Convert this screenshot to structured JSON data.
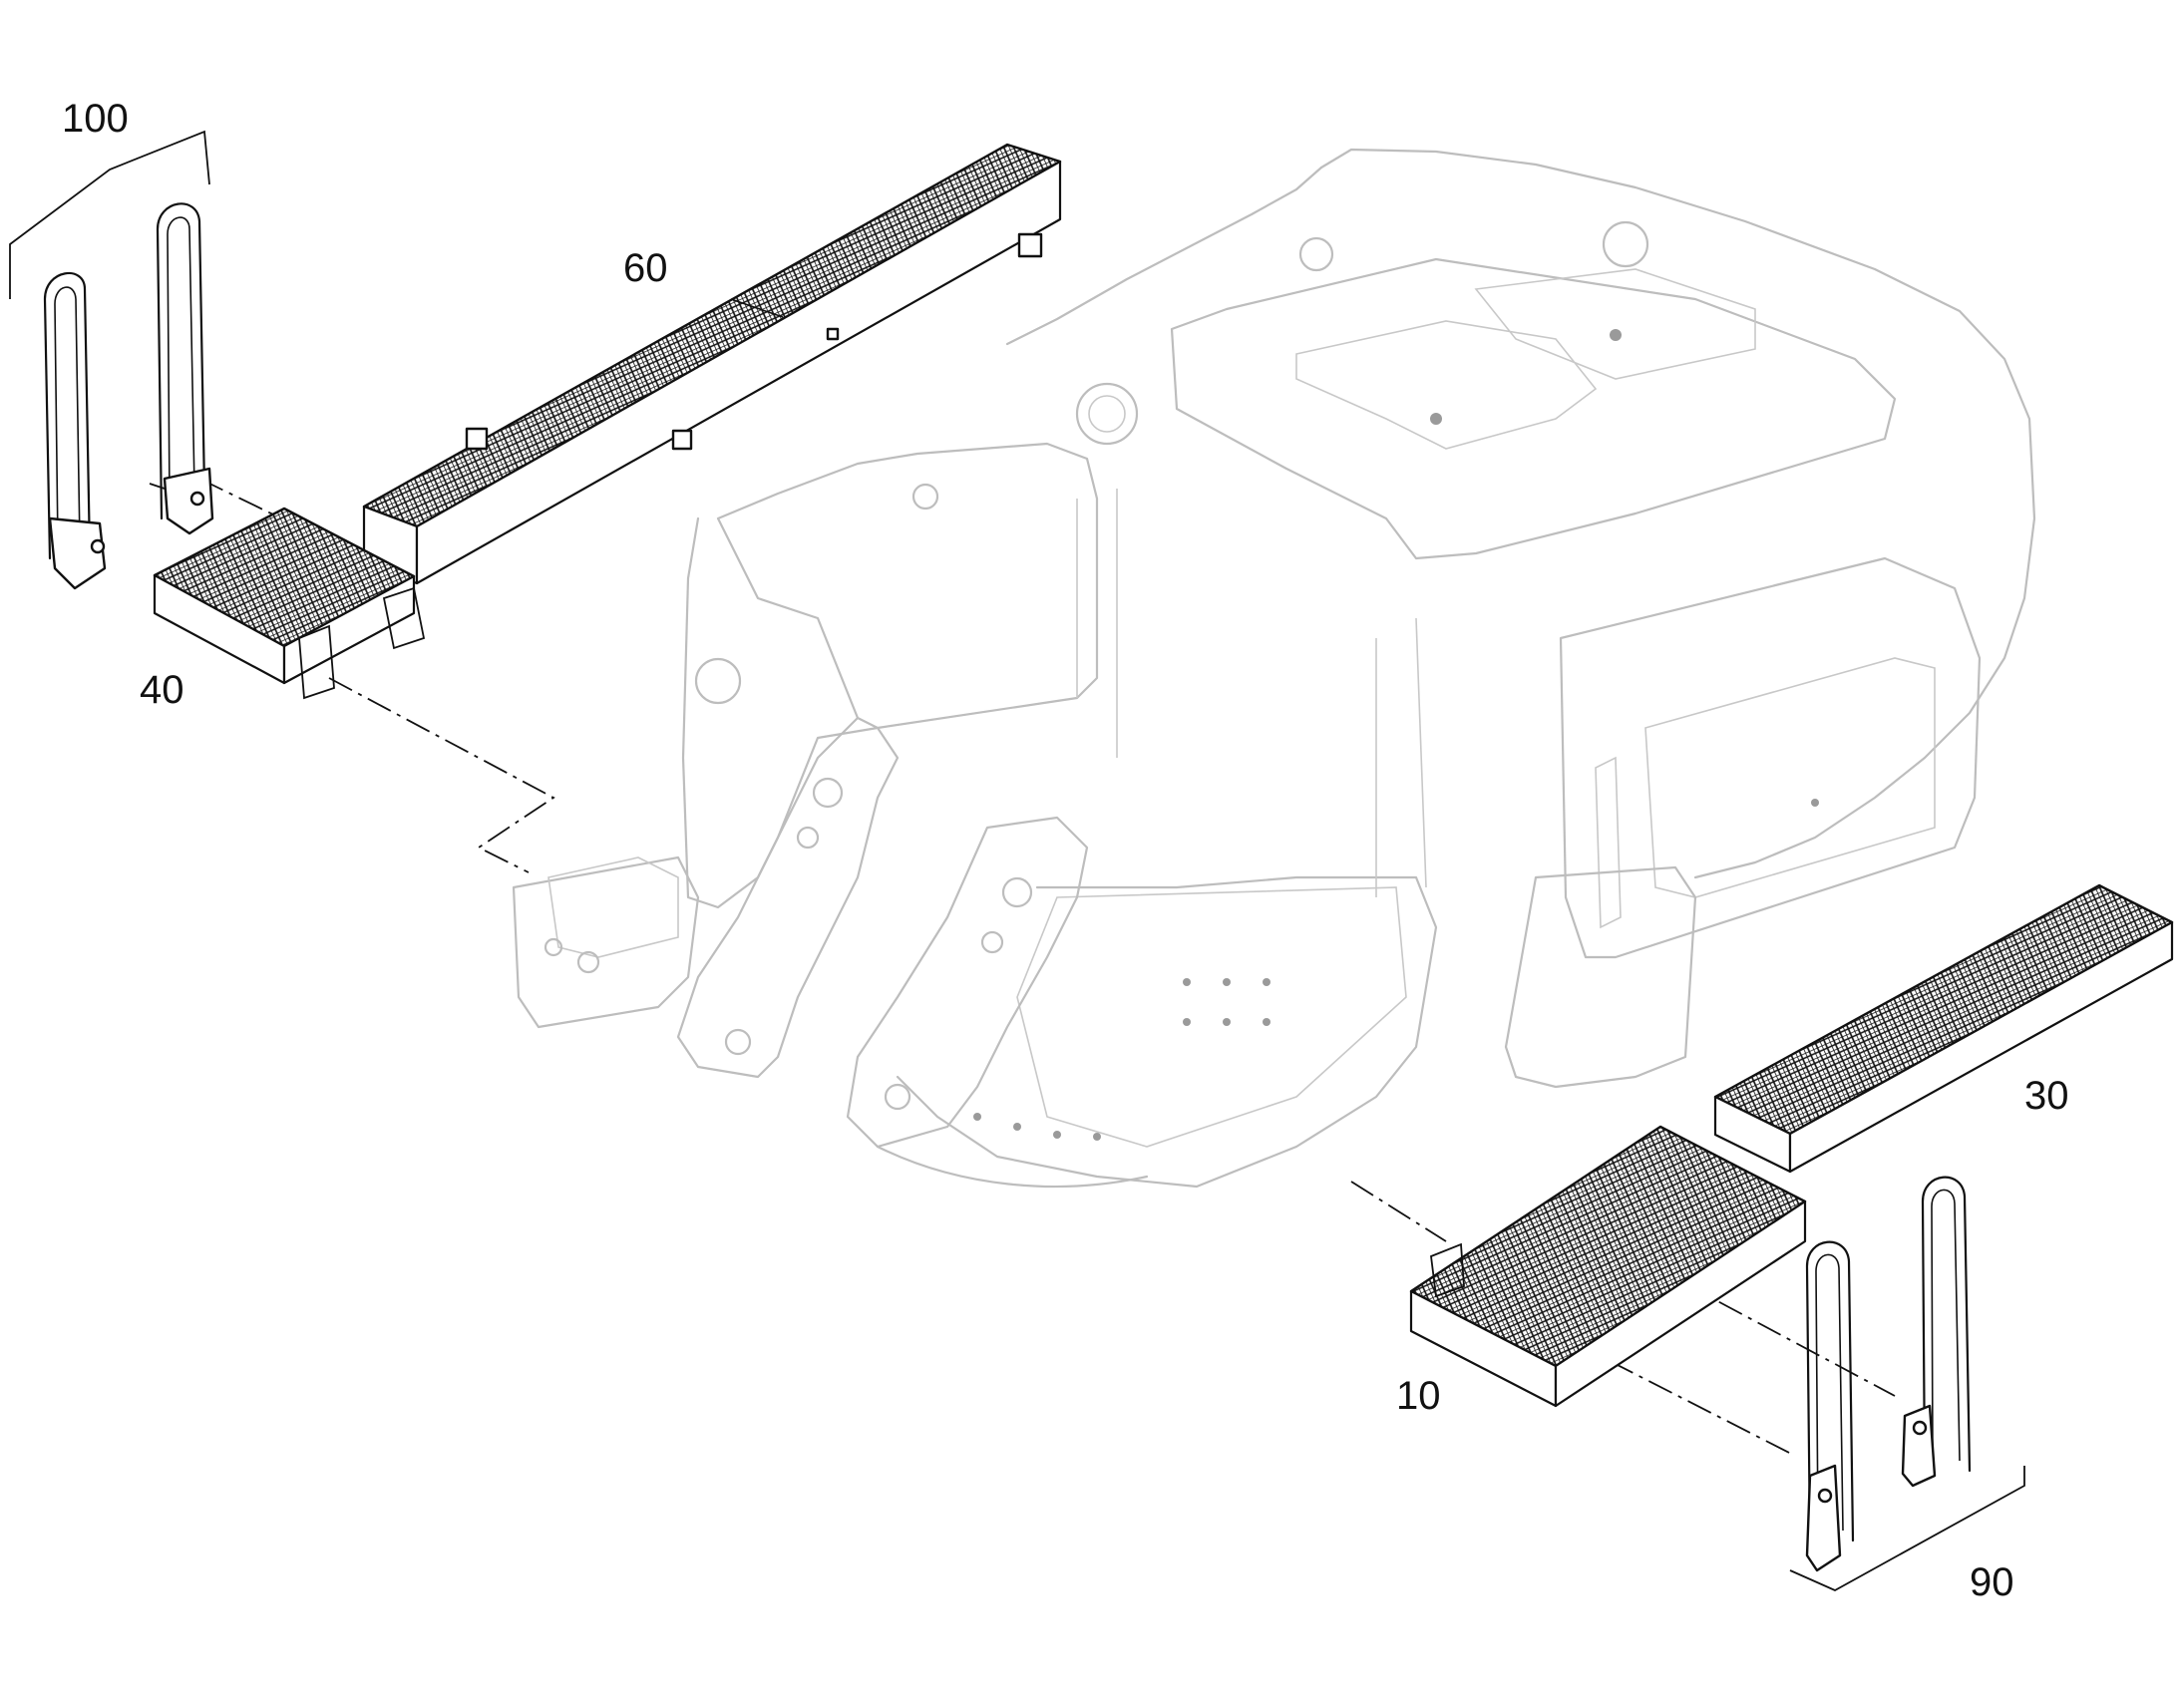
{
  "callouts": {
    "part_100": "100",
    "part_60": "60",
    "part_40": "40",
    "part_30": "30",
    "part_10": "10",
    "part_90": "90"
  },
  "colors": {
    "part_line": "#111111",
    "machine_line": "#bdbdbd",
    "background": "#ffffff"
  }
}
